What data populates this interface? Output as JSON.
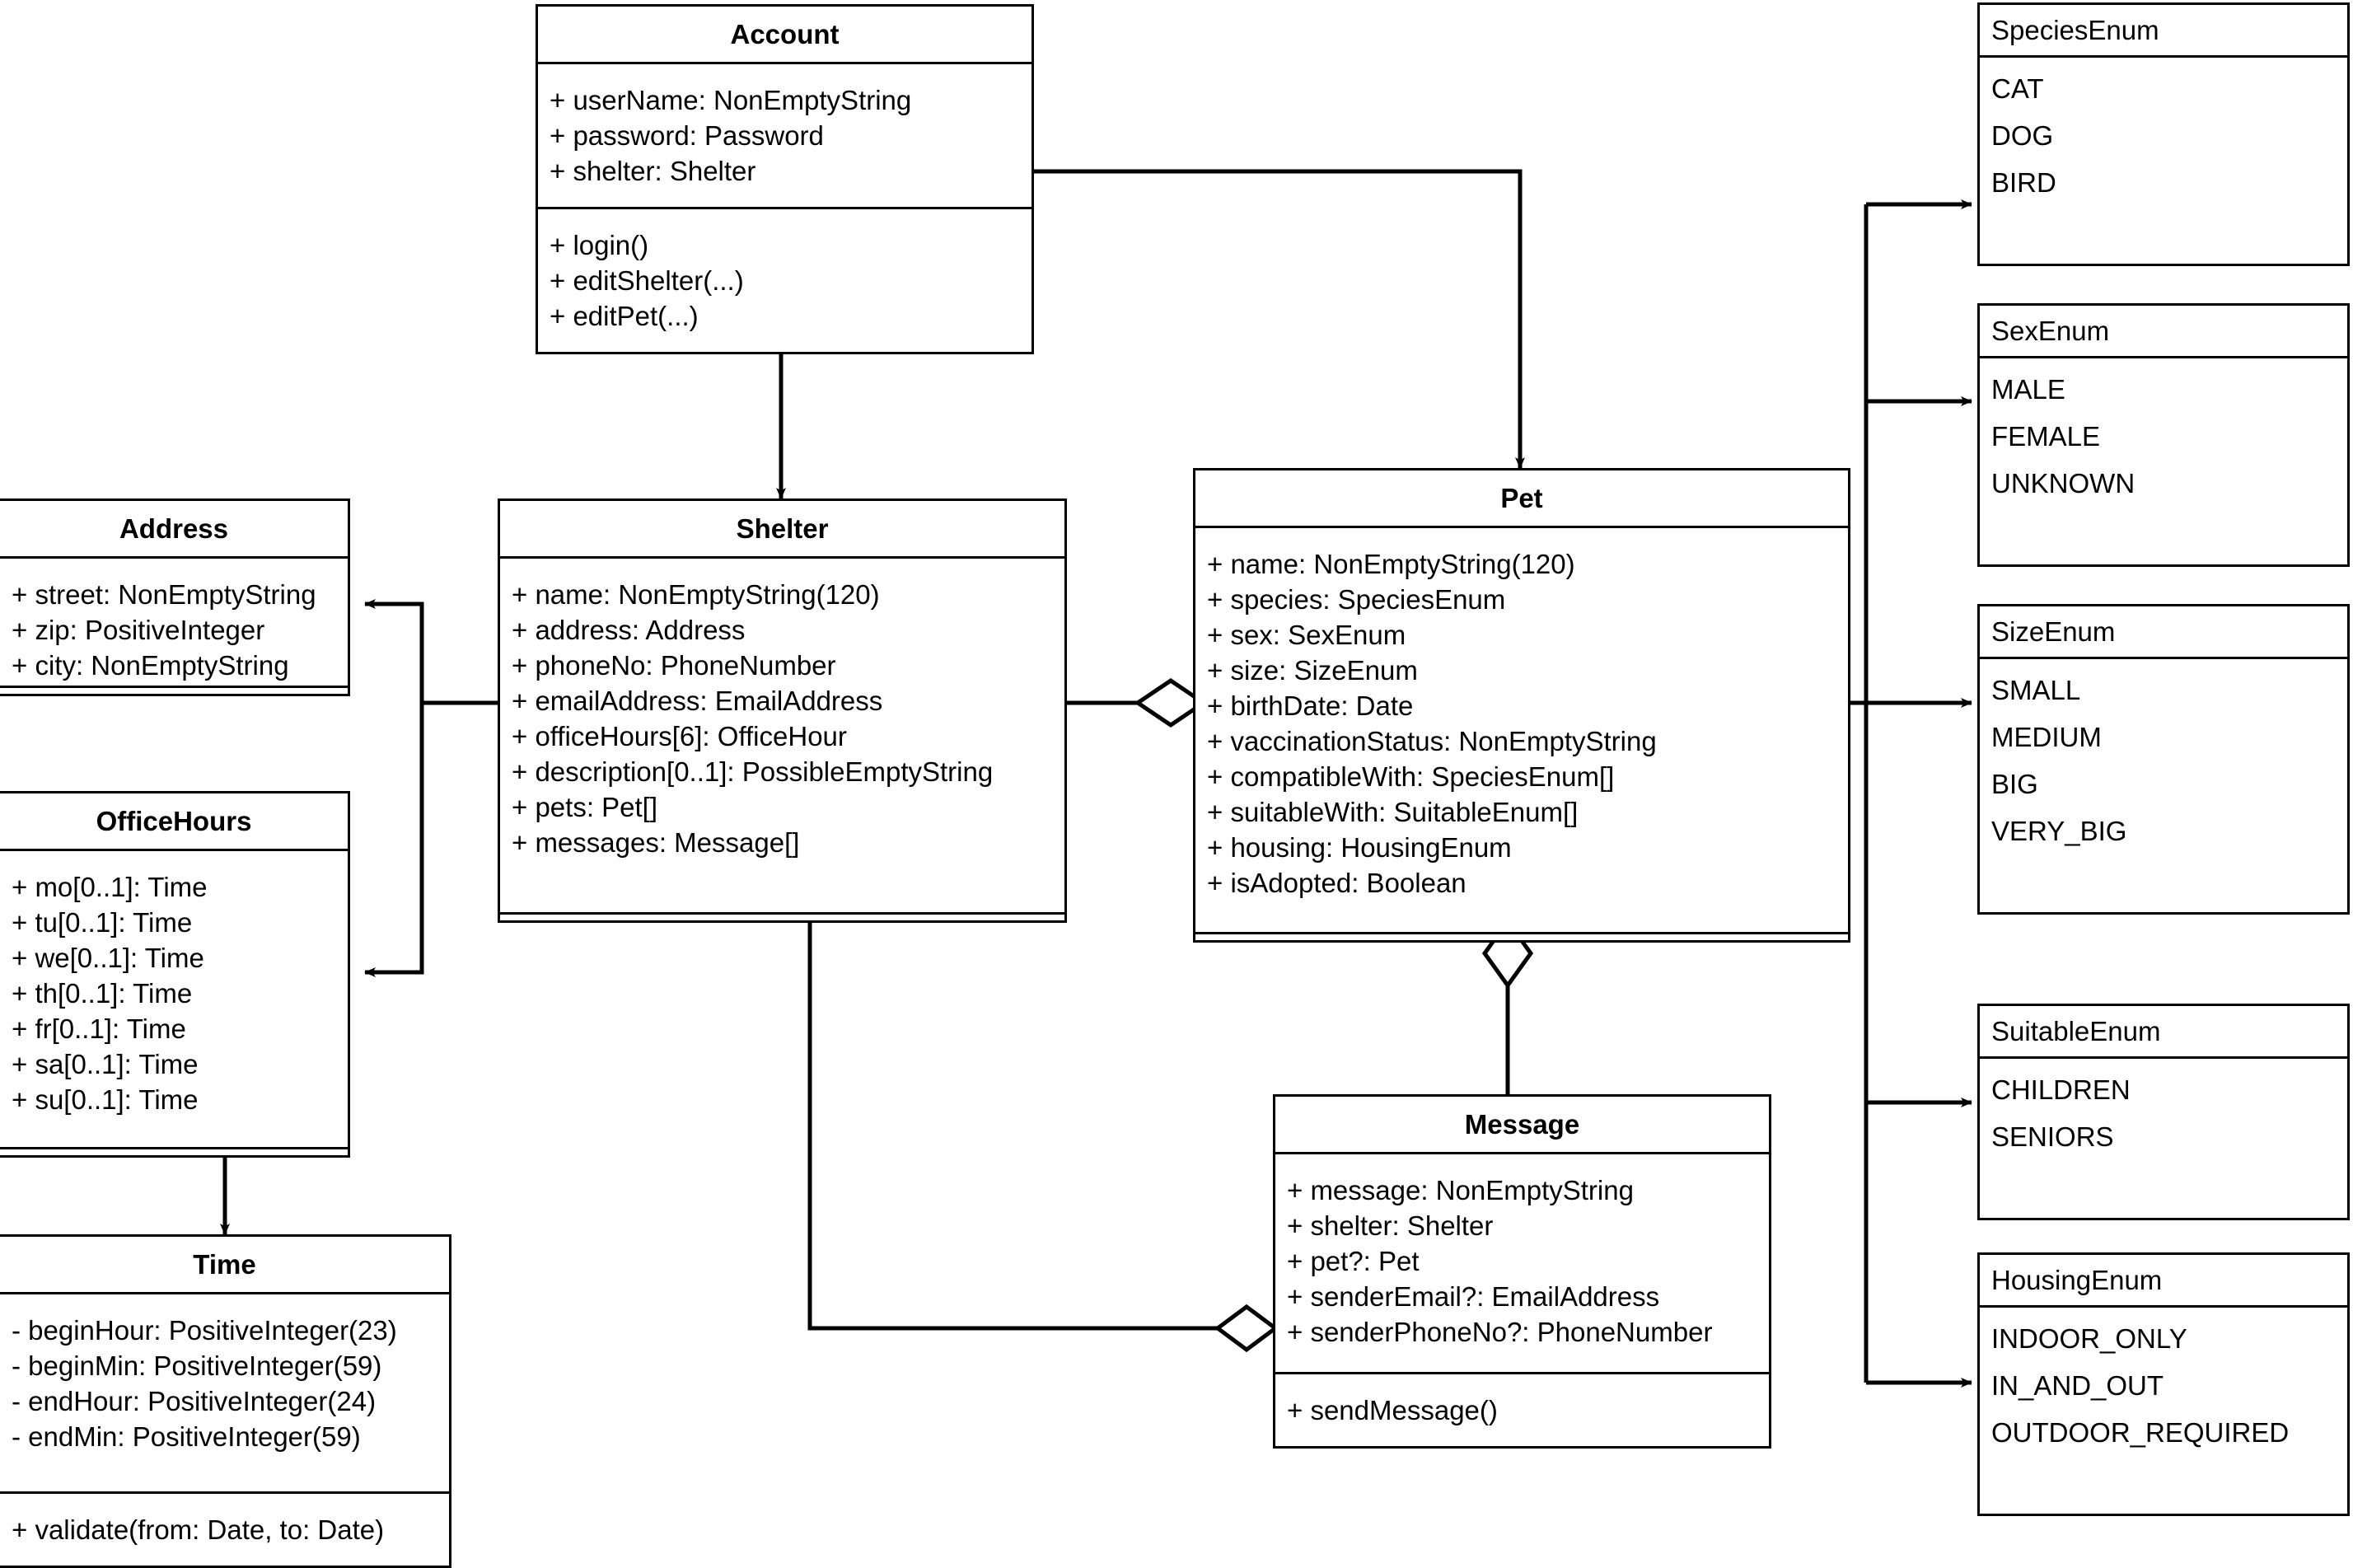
{
  "diagram": {
    "title": "Pet Shelter UML Class Diagram",
    "stroke_color": "#000000",
    "fill_color": "#ffffff"
  },
  "classes": {
    "account": {
      "name": "Account",
      "attributes": [
        "+ userName: NonEmptyString",
        "+ password: Password",
        "+ shelter: Shelter"
      ],
      "operations": [
        "+ login()",
        "+ editShelter(...)",
        "+ editPet(...)"
      ]
    },
    "shelter": {
      "name": "Shelter",
      "attributes": [
        "+ name: NonEmptyString(120)",
        "+ address: Address",
        "+ phoneNo: PhoneNumber",
        "+ emailAddress: EmailAddress",
        "+ officeHours[6]: OfficeHour",
        "+ description[0..1]: PossibleEmptyString",
        "+ pets: Pet[]",
        "+ messages: Message[]"
      ],
      "operations": []
    },
    "pet": {
      "name": "Pet",
      "attributes": [
        "+ name: NonEmptyString(120)",
        "+ species: SpeciesEnum",
        "+ sex: SexEnum",
        "+ size: SizeEnum",
        "+ birthDate: Date",
        "+ vaccinationStatus: NonEmptyString",
        "+ compatibleWith: SpeciesEnum[]",
        "+ suitableWith: SuitableEnum[]",
        "+ housing: HousingEnum",
        "+ isAdopted: Boolean"
      ],
      "operations": []
    },
    "address": {
      "name": "Address",
      "attributes": [
        "+ street: NonEmptyString",
        "+ zip: PositiveInteger",
        "+ city: NonEmptyString"
      ],
      "operations": []
    },
    "officehours": {
      "name": "OfficeHours",
      "attributes": [
        "+ mo[0..1]: Time",
        "+ tu[0..1]: Time",
        "+ we[0..1]: Time",
        "+ th[0..1]: Time",
        "+ fr[0..1]: Time",
        "+ sa[0..1]: Time",
        "+ su[0..1]: Time"
      ],
      "operations": []
    },
    "time": {
      "name": "Time",
      "attributes": [
        "- beginHour: PositiveInteger(23)",
        "- beginMin: PositiveInteger(59)",
        "- endHour: PositiveInteger(24)",
        "- endMin: PositiveInteger(59)"
      ],
      "operations": [
        "+ validate(from: Date, to: Date)"
      ]
    },
    "message": {
      "name": "Message",
      "attributes": [
        "+ message: NonEmptyString",
        "+ shelter: Shelter",
        "+ pet?: Pet",
        "+ senderEmail?: EmailAddress",
        "+ senderPhoneNo?: PhoneNumber"
      ],
      "operations": [
        "+ sendMessage()"
      ]
    }
  },
  "enums": {
    "species": {
      "name": "SpeciesEnum",
      "values": [
        "CAT",
        "DOG",
        "BIRD"
      ]
    },
    "sex": {
      "name": "SexEnum",
      "values": [
        "MALE",
        "FEMALE",
        "UNKNOWN"
      ]
    },
    "size": {
      "name": "SizeEnum",
      "values": [
        "SMALL",
        "MEDIUM",
        "BIG",
        "VERY_BIG"
      ]
    },
    "suitable": {
      "name": "SuitableEnum",
      "values": [
        "CHILDREN",
        "SENIORS"
      ]
    },
    "housing": {
      "name": "HousingEnum",
      "values": [
        "INDOOR_ONLY",
        "IN_AND_OUT",
        "OUTDOOR_REQUIRED"
      ]
    }
  },
  "relations": [
    {
      "from": "Account",
      "to": "Shelter",
      "kind": "directed-association"
    },
    {
      "from": "Account",
      "to": "Pet",
      "kind": "directed-association"
    },
    {
      "from": "Shelter",
      "to": "Address",
      "kind": "directed-association"
    },
    {
      "from": "Shelter",
      "to": "OfficeHours",
      "kind": "directed-association"
    },
    {
      "from": "OfficeHours",
      "to": "Time",
      "kind": "directed-association"
    },
    {
      "from": "Pet",
      "to": "Shelter",
      "kind": "aggregation"
    },
    {
      "from": "Message",
      "to": "Pet",
      "kind": "aggregation"
    },
    {
      "from": "Message",
      "to": "Shelter",
      "kind": "aggregation"
    },
    {
      "from": "Pet",
      "to": "SpeciesEnum",
      "kind": "directed-association"
    },
    {
      "from": "Pet",
      "to": "SexEnum",
      "kind": "directed-association"
    },
    {
      "from": "Pet",
      "to": "SizeEnum",
      "kind": "directed-association"
    },
    {
      "from": "Pet",
      "to": "SuitableEnum",
      "kind": "directed-association"
    },
    {
      "from": "Pet",
      "to": "HousingEnum",
      "kind": "directed-association"
    }
  ]
}
